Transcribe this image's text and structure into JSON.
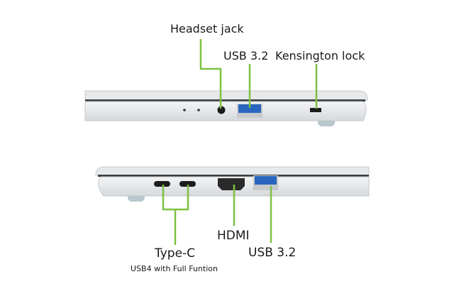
{
  "accent_color": "#7dc242",
  "top_view": {
    "labels": {
      "headset": "Headset jack",
      "usb": "USB 3.2",
      "lock": "Kensington lock"
    }
  },
  "bottom_view": {
    "labels": {
      "typec": "Type-C",
      "typec_sub": "USB4 with Full Funtion",
      "hdmi": "HDMI",
      "usb": "USB 3.2"
    }
  }
}
